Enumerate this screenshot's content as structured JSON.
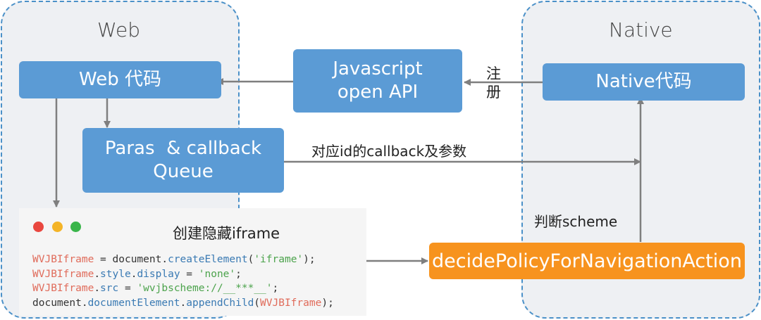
{
  "regions": {
    "web_title": "Web",
    "native_title": "Native"
  },
  "boxes": {
    "web_code": "Web 代码",
    "js_api": [
      "Javascript",
      "open API"
    ],
    "native_code": "Native代码",
    "queue": [
      "Paras  & callback",
      "Queue"
    ],
    "decide": "decidePolicyForNavigationAction"
  },
  "labels": {
    "register": [
      "注",
      "册"
    ],
    "callback_params": "对应id的callback及参数",
    "judge_scheme": "判断scheme"
  },
  "code_card": {
    "title": "创建隐藏iframe",
    "dots": [
      "#e9473f",
      "#f4b427",
      "#3ab54a"
    ],
    "lines": [
      [
        [
          "t-var",
          "WVJBIframe"
        ],
        [
          "t-plain",
          " = document."
        ],
        [
          "t-fn",
          "createElement"
        ],
        [
          "t-plain",
          "("
        ],
        [
          "t-str",
          "'iframe'"
        ],
        [
          "t-plain",
          ");"
        ]
      ],
      [
        [
          "t-var",
          "WVJBIframe"
        ],
        [
          "t-plain",
          "."
        ],
        [
          "t-fn",
          "style"
        ],
        [
          "t-plain",
          "."
        ],
        [
          "t-fn",
          "display"
        ],
        [
          "t-plain",
          " = "
        ],
        [
          "t-str",
          "'none'"
        ],
        [
          "t-plain",
          ";"
        ]
      ],
      [
        [
          "t-var",
          "WVJBIframe"
        ],
        [
          "t-plain",
          "."
        ],
        [
          "t-fn",
          "src"
        ],
        [
          "t-plain",
          " = "
        ],
        [
          "t-str",
          "'wvjbscheme://__***__'"
        ],
        [
          "t-plain",
          ";"
        ]
      ],
      [
        [
          "t-plain",
          "document."
        ],
        [
          "t-fn",
          "documentElement"
        ],
        [
          "t-plain",
          "."
        ],
        [
          "t-fn",
          "appendChild"
        ],
        [
          "t-plain",
          "("
        ],
        [
          "t-var",
          "WVJBIframe"
        ],
        [
          "t-plain",
          ");"
        ]
      ]
    ]
  },
  "colors": {
    "box_blue": "#5b9bd5",
    "box_orange": "#f7931e",
    "arrow": "#7f7f7f",
    "region_border": "#4a90c8"
  }
}
